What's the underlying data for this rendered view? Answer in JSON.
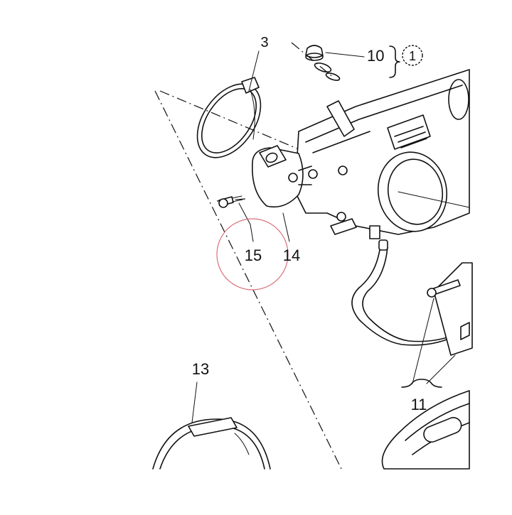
{
  "callouts": {
    "part_3": "3",
    "part_10": "10",
    "ref_circled": "1",
    "part_11": "11",
    "part_13": "13",
    "part_14": "14",
    "part_15": "15"
  },
  "highlight": {
    "color": "#d9707a",
    "target": "part_15"
  }
}
